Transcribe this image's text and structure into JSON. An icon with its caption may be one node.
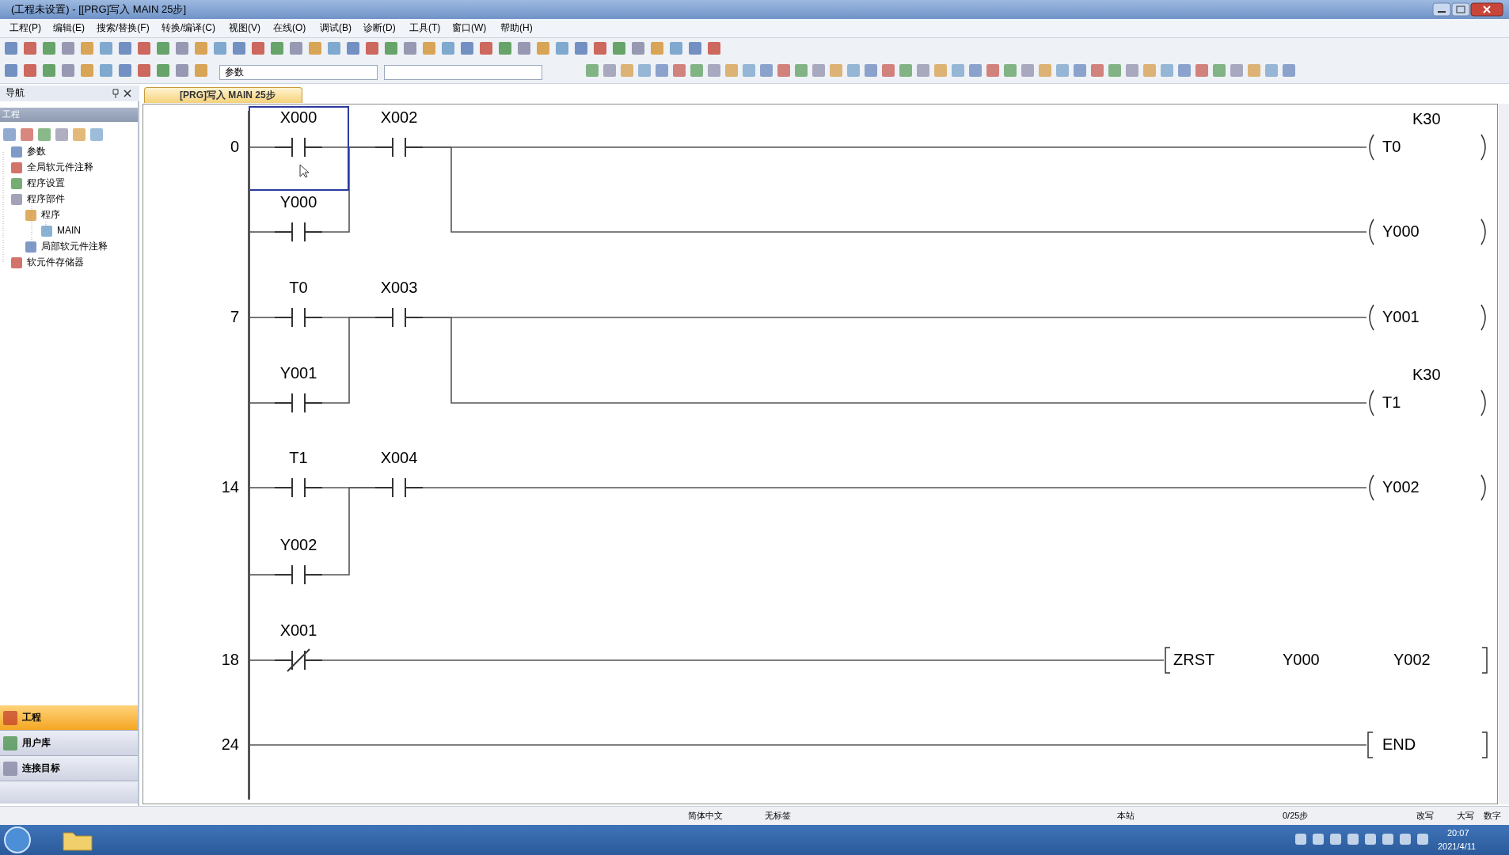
{
  "diagram": {
    "title": "(工程未设置) - [[PRG]写入 MAIN 25步]",
    "nodes": [
      {
        "text": [
          "X000"
        ]
      },
      {
        "text": [
          "X002"
        ]
      },
      {
        "text": [
          "T0"
        ],
        "beside": [
          "K30"
        ]
      },
      {
        "text": [
          "Y000"
        ]
      },
      {
        "text": [
          "Y000"
        ]
      },
      {
        "text": [
          "T0"
        ]
      },
      {
        "text": [
          "X003"
        ]
      },
      {
        "text": [
          "Y001"
        ]
      },
      {
        "text": [
          "Y001"
        ]
      },
      {
        "text": [
          "T1"
        ],
        "beside": [
          "K30"
        ]
      },
      {
        "text": [
          "T1"
        ]
      },
      {
        "text": [
          "X004"
        ]
      },
      {
        "text": [
          "Y002"
        ]
      },
      {
        "text": [
          "Y002"
        ]
      },
      {
        "text": [
          "X001"
        ]
      },
      {
        "text": [
          "ZRST",
          "Y000",
          "Y002"
        ]
      },
      {
        "text": [
          "END"
        ]
      },
      {
        "text": [],
        "shape": "bar"
      }
    ],
    "edges": [
      {
        "from": 17,
        "to": 0,
        "arrow": "none"
      },
      {
        "from": 0,
        "to": 1,
        "arrow": "none"
      },
      {
        "from": 1,
        "to": 2,
        "arrow": "none"
      },
      {
        "from": 17,
        "to": 3,
        "arrow": "none"
      },
      {
        "from": 3,
        "to": 1,
        "arrow": "none"
      },
      {
        "from": 1,
        "to": 4,
        "arrow": "none"
      },
      {
        "from": 17,
        "to": 5,
        "arrow": "none"
      },
      {
        "from": 5,
        "to": 6,
        "arrow": "none"
      },
      {
        "from": 6,
        "to": 7,
        "arrow": "none"
      },
      {
        "from": 17,
        "to": 8,
        "arrow": "none"
      },
      {
        "from": 8,
        "to": 6,
        "arrow": "none"
      },
      {
        "from": 6,
        "to": 9,
        "arrow": "none"
      },
      {
        "from": 17,
        "to": 10,
        "arrow": "none"
      },
      {
        "from": 10,
        "to": 11,
        "arrow": "none"
      },
      {
        "from": 11,
        "to": 12,
        "arrow": "none"
      },
      {
        "from": 17,
        "to": 13,
        "arrow": "none"
      },
      {
        "from": 13,
        "to": 11,
        "arrow": "none"
      },
      {
        "from": 17,
        "to": 14,
        "arrow": "none"
      },
      {
        "from": 14,
        "to": 15,
        "arrow": "none"
      },
      {
        "from": 17,
        "to": 16,
        "arrow": "none"
      }
    ],
    "labels": [
      "工程(P)",
      "编辑(E)",
      "搜索/替换(F)",
      "转换/编译(C)",
      "视图(V)",
      "在线(O)",
      "调试(B)",
      "诊断(D)",
      "工具(T)",
      "窗口(W)",
      "帮助(H)",
      "参数",
      "导航",
      "[PRG]写入 MAIN 25步",
      "工程",
      "参数",
      "全局软元件注释",
      "程序设置",
      "程序部件",
      "程序",
      "MAIN",
      "局部软元件注释",
      "软元件存储器",
      "0",
      "7",
      "14",
      "18",
      "24",
      "工程",
      "用户库",
      "连接目标",
      "简体中文",
      "无标签",
      "本站",
      "0/25步",
      "改写",
      "大写",
      "数字",
      "20:07",
      "2021/4/11"
    ]
  }
}
